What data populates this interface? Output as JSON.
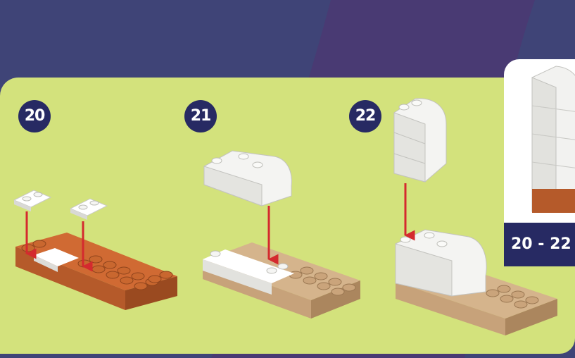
{
  "steps": [
    {
      "number": "20"
    },
    {
      "number": "21"
    },
    {
      "number": "22"
    }
  ],
  "overview": {
    "range": "20 - 22"
  },
  "colors": {
    "background": "#3f4477",
    "background_swoosh": "#4a3a72",
    "panel": "#d3e27c",
    "badge": "#272a63",
    "arrow": "#d42a2e",
    "brick_white": "#f2f2f0",
    "brick_orange": "#b55a2a",
    "brick_tan": "#c7a27a"
  }
}
